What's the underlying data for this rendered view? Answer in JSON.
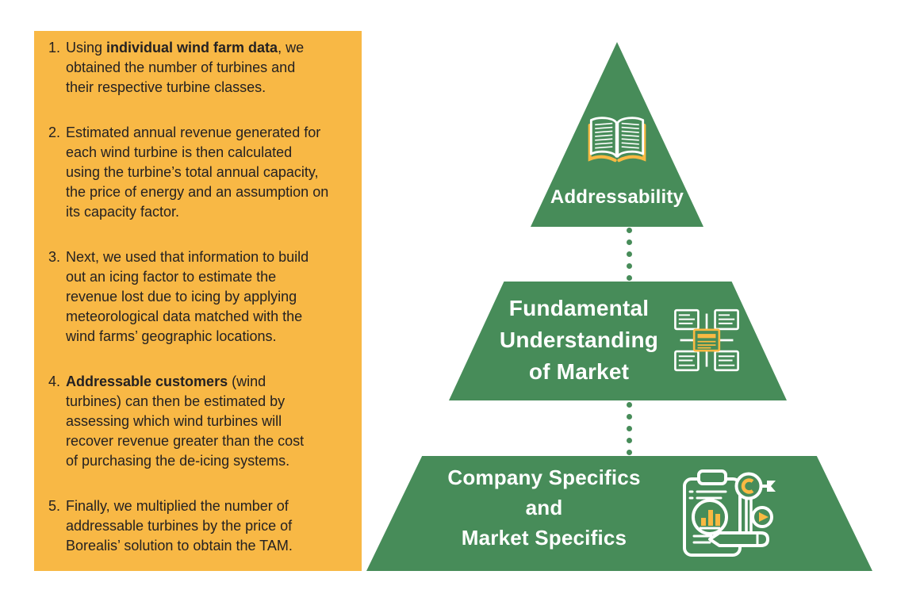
{
  "colors": {
    "panel_background": "#F8B845",
    "pyramid_green": "#478C59",
    "icon_accent": "#F9B942",
    "body_text": "#242122",
    "label_text": "#FFFFFF"
  },
  "methodology": {
    "items": [
      {
        "number": "1.",
        "lines": [
          [
            {
              "t": "Using ",
              "b": false
            },
            {
              "t": "individual wind farm data",
              "b": true
            },
            {
              "t": ", we",
              "b": false
            }
          ],
          [
            {
              "t": "obtained the number of turbines and",
              "b": false
            }
          ],
          [
            {
              "t": "their respective turbine classes.",
              "b": false
            }
          ]
        ]
      },
      {
        "number": "2.",
        "lines": [
          [
            {
              "t": "Estimated annual revenue generated for",
              "b": false
            }
          ],
          [
            {
              "t": "each wind turbine is then calculated",
              "b": false
            }
          ],
          [
            {
              "t": "using the turbine’s total annual capacity,",
              "b": false
            }
          ],
          [
            {
              "t": "the price of energy and an assumption on",
              "b": false
            }
          ],
          [
            {
              "t": "its capacity factor.",
              "b": false
            }
          ]
        ]
      },
      {
        "number": "3.",
        "lines": [
          [
            {
              "t": "Next, we used that information to build",
              "b": false
            }
          ],
          [
            {
              "t": "out an icing factor to estimate the",
              "b": false
            }
          ],
          [
            {
              "t": "revenue lost due to icing by applying",
              "b": false
            }
          ],
          [
            {
              "t": "meteorological data matched with the",
              "b": false
            }
          ],
          [
            {
              "t": "wind farms’ geographic locations.",
              "b": false
            }
          ]
        ]
      },
      {
        "number": "4.",
        "lines": [
          [
            {
              "t": "Addressable customers",
              "b": true
            },
            {
              "t": " (wind",
              "b": false
            }
          ],
          [
            {
              "t": "turbines) can then be estimated by",
              "b": false
            }
          ],
          [
            {
              "t": "assessing which wind turbines will",
              "b": false
            }
          ],
          [
            {
              "t": "recover revenue greater than the cost",
              "b": false
            }
          ],
          [
            {
              "t": "of purchasing the de-icing systems.",
              "b": false
            }
          ]
        ]
      },
      {
        "number": "5.",
        "lines": [
          [
            {
              "t": "Finally, we multiplied the number of",
              "b": false
            }
          ],
          [
            {
              "t": "addressable turbines by the price of",
              "b": false
            }
          ],
          [
            {
              "t": "Borealis’ solution to obtain the TAM.",
              "b": false
            }
          ]
        ]
      }
    ]
  },
  "pyramid": {
    "connector_dot_count": 5,
    "levels": [
      {
        "label": "Addressability",
        "icon": "open-book-icon"
      },
      {
        "label": "Fundamental\nUnderstanding\nof Market",
        "icon": "document-network-icon"
      },
      {
        "label": "Company Specifics\nand\nMarket Specifics",
        "icon": "research-analytics-icon"
      }
    ]
  }
}
